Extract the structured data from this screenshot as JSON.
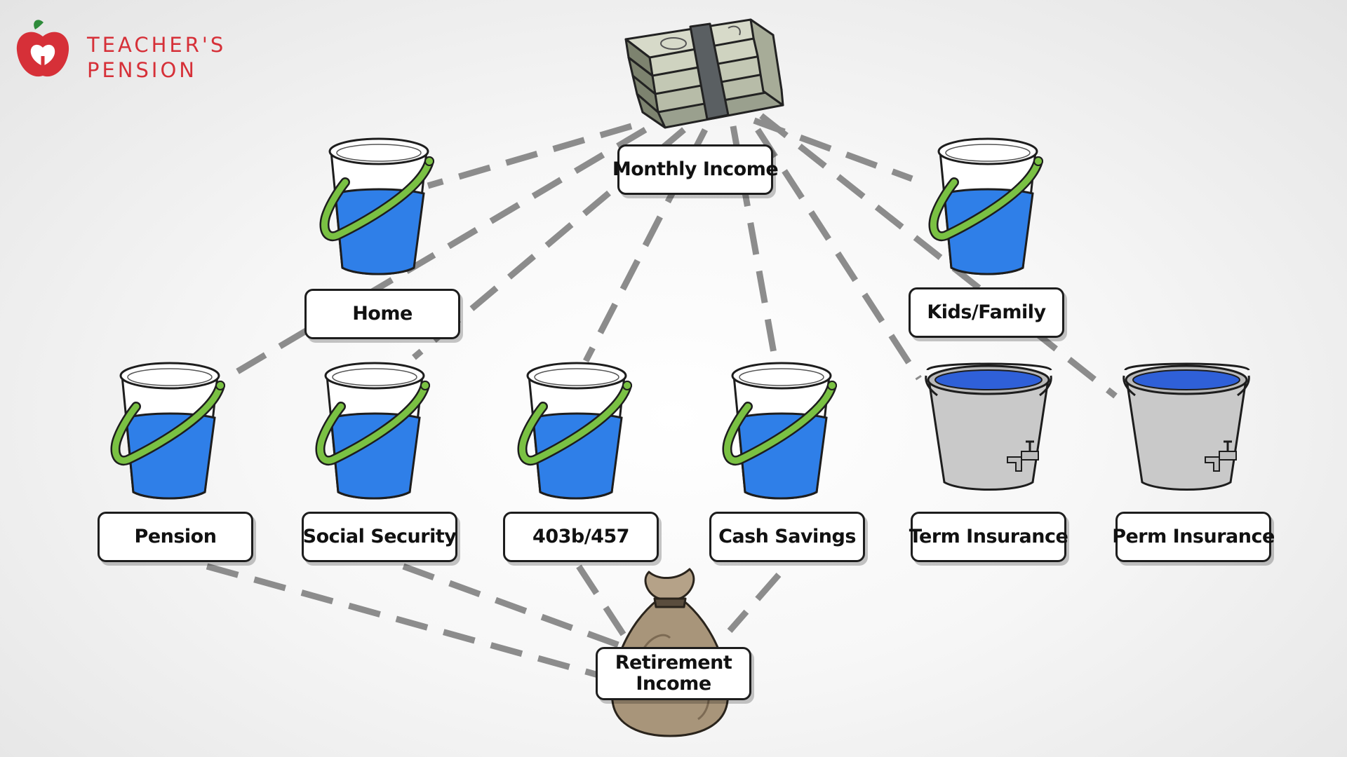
{
  "brand": {
    "line1": "TEACHER'S",
    "line2": "PENSION",
    "color": "#d63038",
    "icon": "apple-icon"
  },
  "sources": {
    "top": {
      "label": "Monthly Income",
      "icon": "money-stack-icon"
    },
    "bottom": {
      "label": "Retirement Income",
      "line1": "Retirement",
      "line2": "Income",
      "icon": "money-bag-icon"
    }
  },
  "buckets": {
    "home": {
      "label": "Home",
      "icon": "water-bucket-icon"
    },
    "kids": {
      "label": "Kids/Family",
      "icon": "water-bucket-icon"
    },
    "pension": {
      "label": "Pension",
      "icon": "water-bucket-icon"
    },
    "social": {
      "label": "Social Security",
      "icon": "water-bucket-icon"
    },
    "k403": {
      "label": "403b/457",
      "icon": "water-bucket-icon"
    },
    "cash": {
      "label": "Cash Savings",
      "icon": "water-bucket-icon"
    },
    "term": {
      "label": "Term Insurance",
      "icon": "metal-bucket-tap-icon"
    },
    "perm": {
      "label": "Perm Insurance",
      "icon": "metal-bucket-tap-icon"
    }
  },
  "colors": {
    "water": "#2f7fe8",
    "handle": "#7ac143",
    "connector": "#8c8c8c",
    "metal": "#c9c9c9"
  }
}
